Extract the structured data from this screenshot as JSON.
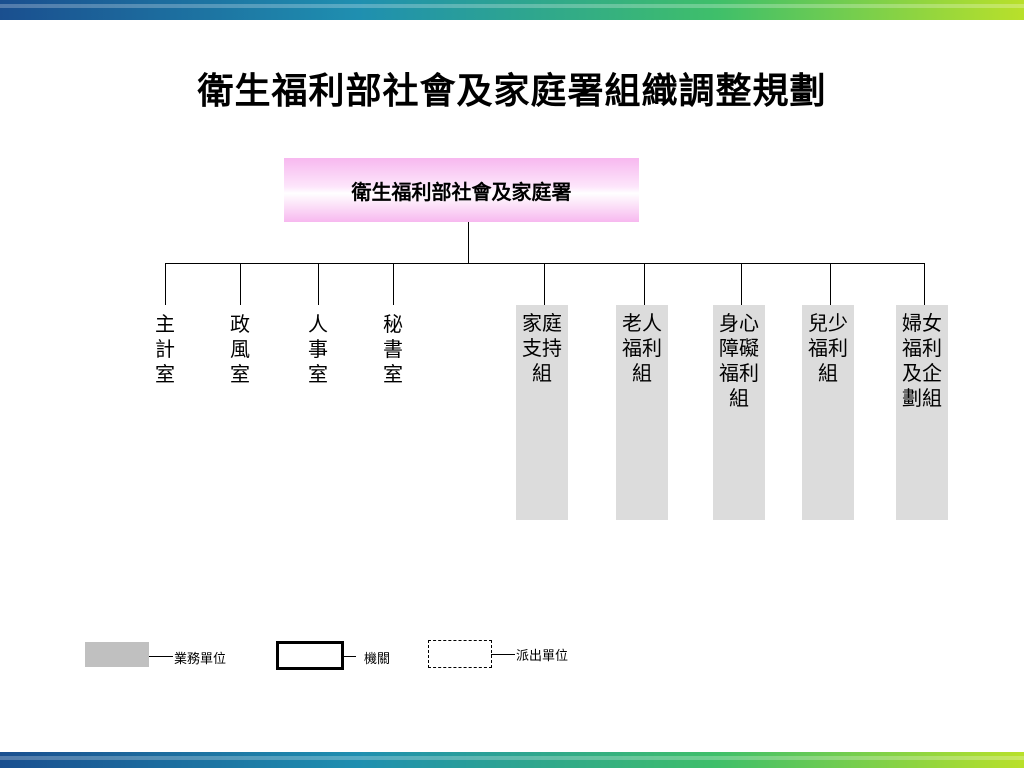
{
  "title": "衛生福利部社會及家庭署組織調整規劃",
  "top_node": "衛生福利部社會及家庭署",
  "staff_units": [
    "主計室",
    "政風室",
    "人事室",
    "秘書室"
  ],
  "business_units": [
    "家庭支持組",
    "老人福利組",
    "身心障礙福利組",
    "兒少福利組",
    "婦女福利及企劃組"
  ],
  "legend": {
    "business": "業務單位",
    "agency": "機關",
    "dispatched": "派出單位"
  },
  "colors": {
    "top_node": "#f7b8ef",
    "business_unit": "#dcdcdc",
    "legend_gray": "#c0c0c0"
  }
}
